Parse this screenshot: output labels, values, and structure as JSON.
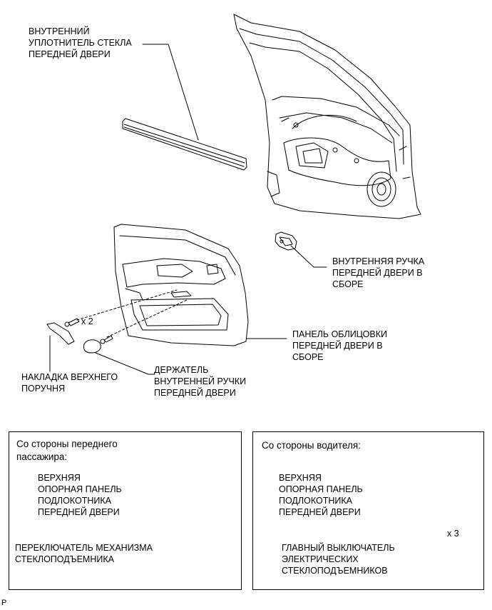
{
  "labels": {
    "weatherstrip": "ВНУТРЕННИЙ\nУПЛОТНИТЕЛЬ СТЕКЛА\nПЕРЕДНЕЙ ДВЕРИ",
    "inner_handle": "ВНУТРЕННЯЯ РУЧКА\nПЕРЕДНЕЙ ДВЕРИ В\nСБОРЕ",
    "screw_qty_2": "x 2",
    "trim_panel": "ПАНЕЛЬ ОБЛИЦОВКИ\nПЕРЕДНЕЙ ДВЕРИ В\nСБОРЕ",
    "handle_bezel": "ДЕРЖАТЕЛЬ\nВНУТРЕННЕЙ РУЧКИ\nПЕРЕДНЕЙ ДВЕРИ",
    "armrest_cover": "НАКЛАДКА ВЕРХНЕГО\nПОРУЧНЯ"
  },
  "passenger_box": {
    "title": "Со стороны переднего\nпассажира:",
    "armrest_base": "ВЕРХНЯЯ\nОПОРНАЯ ПАНЕЛЬ\nПОДЛОКОТНИКА\nПЕРЕДНЕЙ ДВЕРИ",
    "window_switch": "ПЕРЕКЛЮЧАТЕЛЬ МЕХАНИЗМА\nСТЕКЛОПОДЪЕМНИКА"
  },
  "driver_box": {
    "title": "Со стороны водителя:",
    "armrest_base": "ВЕРХНЯЯ\nОПОРНАЯ ПАНЕЛЬ\nПОДЛОКОТНИКА\nПЕРЕДНЕЙ ДВЕРИ",
    "master_switch": "ГЛАВНЫЙ ВЫКЛЮЧАТЕЛЬ\nЭЛЕКТРИЧЕСКИХ\nСТЕКЛОПОДЪЕМНИКОВ",
    "screw_qty_3": "x 3"
  },
  "footer_code": "P"
}
